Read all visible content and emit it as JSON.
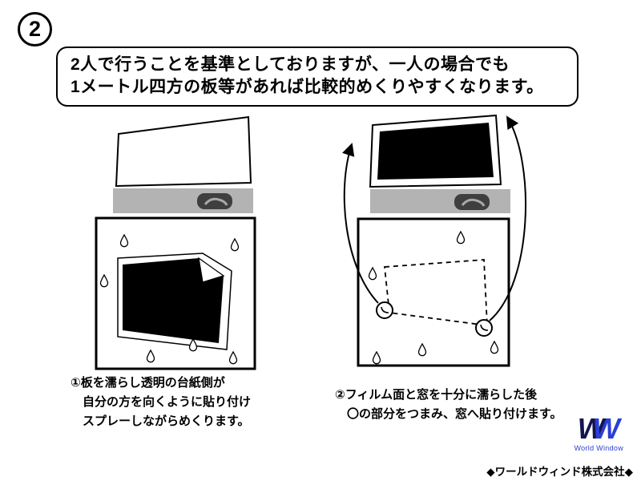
{
  "step": {
    "number": "2"
  },
  "note": {
    "line1": "2人で行うことを基準としておりますが、一人の場合でも",
    "line2": "1メートル四方の板等があれば比較的めくりやすくなります。"
  },
  "captions": {
    "left": [
      "①板を濡らし透明の台紙側が",
      "自分の方を向くように貼り付け",
      "スプレーしながらめくります。"
    ],
    "right": [
      "②フィルム面と窓を十分に濡らした後",
      "〇の部分をつまみ、窓へ貼り付けます。"
    ]
  },
  "footer": {
    "logo_letter1": "W",
    "logo_letter2": "W",
    "logo_caption": "World Window",
    "company": "◆ワールドウィンド株式会社◆"
  },
  "colors": {
    "accent_blue": "#2b3fd6",
    "bar_gray": "#b3b3b3",
    "film_black": "#000000"
  }
}
